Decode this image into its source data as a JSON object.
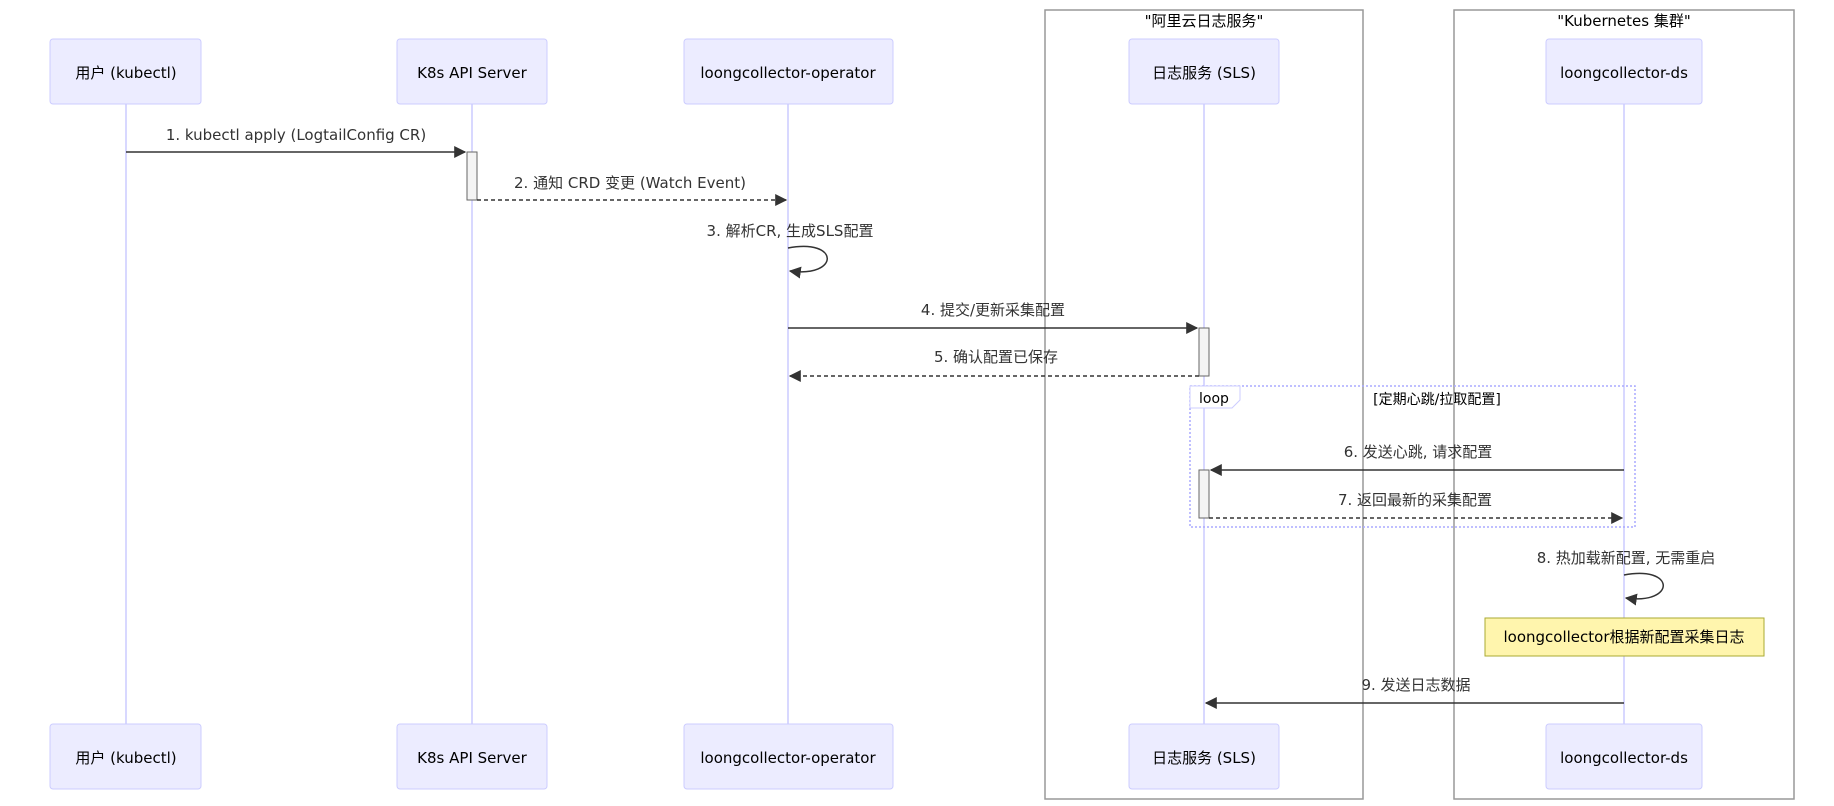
{
  "groups": [
    {
      "id": "aliyun",
      "label": "\"阿里云日志服务\""
    },
    {
      "id": "k8s",
      "label": "\"Kubernetes 集群\""
    }
  ],
  "participants": [
    {
      "id": "user",
      "label": "用户 (kubectl)"
    },
    {
      "id": "api",
      "label": "K8s API Server"
    },
    {
      "id": "operator",
      "label": "loongcollector-operator"
    },
    {
      "id": "sls",
      "label": "日志服务 (SLS)"
    },
    {
      "id": "ds",
      "label": "loongcollector-ds"
    }
  ],
  "messages": [
    {
      "id": "m1",
      "from": "user",
      "to": "api",
      "style": "solid",
      "label": "1. kubectl apply (LogtailConfig CR)"
    },
    {
      "id": "m2",
      "from": "api",
      "to": "operator",
      "style": "dashed",
      "label": "2. 通知 CRD 变更 (Watch Event)"
    },
    {
      "id": "m3",
      "from": "operator",
      "to": "operator",
      "style": "self",
      "label": "3. 解析CR, 生成SLS配置"
    },
    {
      "id": "m4",
      "from": "operator",
      "to": "sls",
      "style": "solid",
      "label": "4. 提交/更新采集配置"
    },
    {
      "id": "m5",
      "from": "sls",
      "to": "operator",
      "style": "dashed",
      "label": "5. 确认配置已保存"
    },
    {
      "id": "m6",
      "from": "ds",
      "to": "sls",
      "style": "solid",
      "label": "6. 发送心跳, 请求配置"
    },
    {
      "id": "m7",
      "from": "sls",
      "to": "ds",
      "style": "dashed",
      "label": "7. 返回最新的采集配置"
    },
    {
      "id": "m8",
      "from": "ds",
      "to": "ds",
      "style": "self",
      "label": "8. 热加载新配置, 无需重启"
    },
    {
      "id": "m9",
      "from": "ds",
      "to": "sls",
      "style": "solid",
      "label": "9. 发送日志数据"
    }
  ],
  "loop": {
    "keyword": "loop",
    "condition": "[定期心跳/拉取配置]"
  },
  "note": {
    "text": "loongcollector根据新配置采集日志"
  }
}
